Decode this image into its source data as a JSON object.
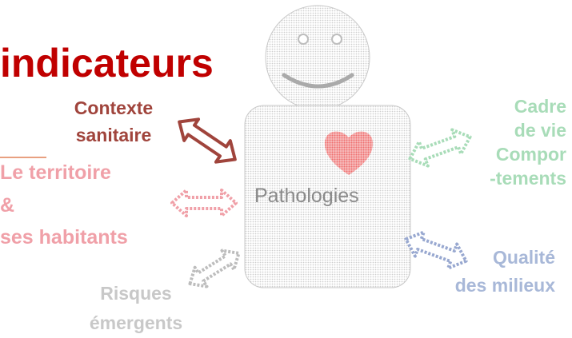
{
  "title": "indicateurs",
  "center": "Pathologies",
  "contexte": [
    "Contexte",
    "sanitaire"
  ],
  "territoire": [
    "Le territoire",
    "&",
    "ses habitants"
  ],
  "risques": [
    "Risques",
    "émergents"
  ],
  "cadre": [
    "Cadre",
    "de vie",
    "Compor",
    "-tements"
  ],
  "qualite": [
    "Qualité",
    "des milieux"
  ],
  "colors": {
    "title": "#c00000",
    "contexte": "#a0443c",
    "territoire": "#f0a0a8",
    "risques": "#c8c8c8",
    "cadre": "#a8dcb8",
    "qualite": "#a8b8d8",
    "body": "#d8d8d8",
    "heart": "#f08080"
  }
}
